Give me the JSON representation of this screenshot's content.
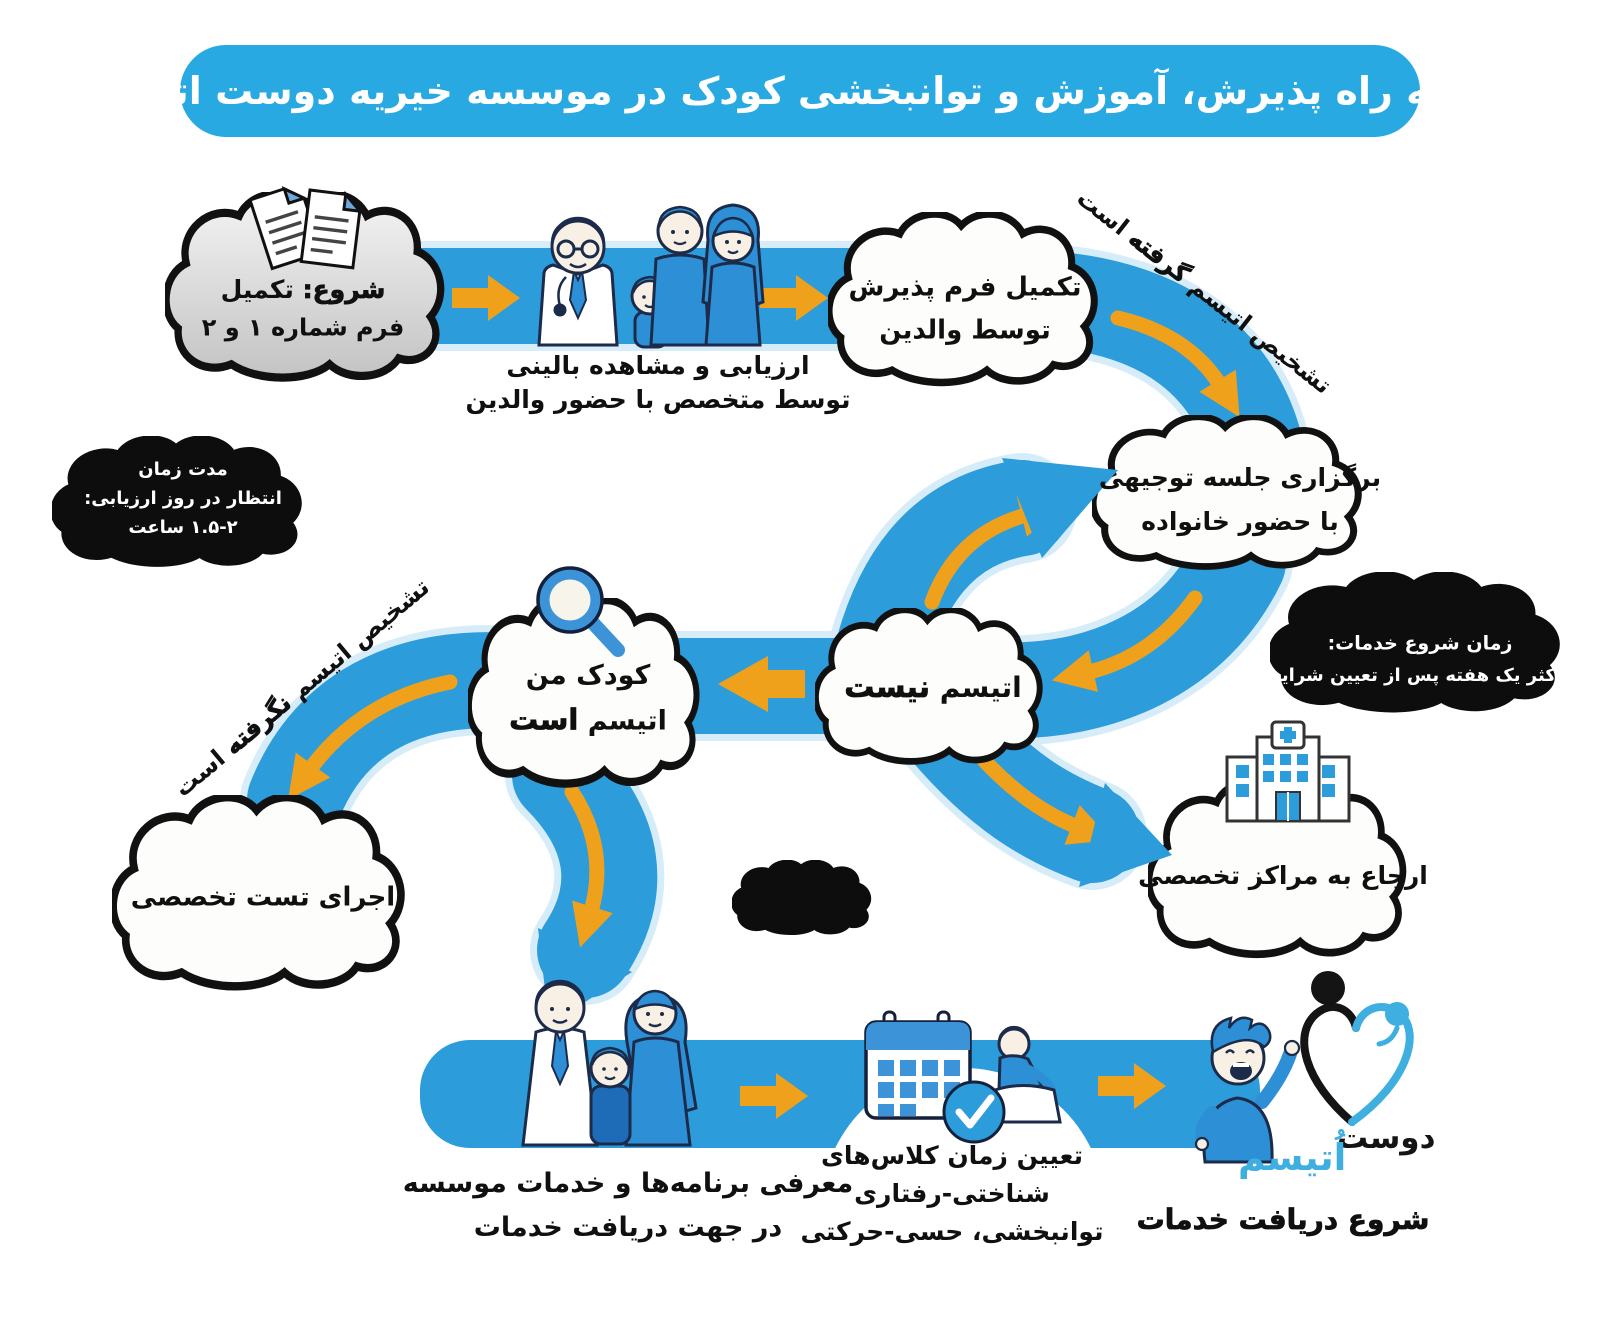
{
  "title": "نقشه راه پذیرش، آموزش و توانبخشی کودک در موسسه خیریه دوست اتیسم",
  "colors": {
    "path_blue": "#2D9CDB",
    "title_blue": "#29A9E1",
    "arrow_orange": "#F0A11C",
    "dark_cloud": "#0D0D0D",
    "brand_blue": "#3FAEE0"
  },
  "nodes": {
    "start": {
      "bold": "شروع:",
      "rest": " تکمیل",
      "line2": "فرم شماره ۱ و ۲"
    },
    "clinical": {
      "line1": "ارزیابی و مشاهده بالینی",
      "line2": "توسط متخصص با حضور والدین"
    },
    "admission_form": {
      "line1": "تکمیل فرم پذیرش",
      "line2": "توسط والدین"
    },
    "orientation": {
      "line1": "برگزاری جلسه توجیهی",
      "line2": "با حضور خانواده"
    },
    "my_child": {
      "line1": "کودک من",
      "word": "اتیسم",
      "bold": "است"
    },
    "not_autism": {
      "word": "اتیسم",
      "bold": "نیست"
    },
    "specialized_test": {
      "label": "اجرای تست تخصصی"
    },
    "referral": {
      "label": "ارجاع به مراکز تخصصی"
    },
    "intro_services": {
      "line1": "معرفی برنامه‌ها و خدمات موسسه",
      "line2": "در جهت دریافت خدمات"
    },
    "class_scheduling": {
      "line1": "تعیین زمان کلاس‌های",
      "line2": "شناختی-رفتاری",
      "line3": "توانبخشی، حسی-حرکتی"
    },
    "start_services": {
      "label": "شروع دریافت خدمات"
    }
  },
  "edge_labels": {
    "diagnosed": {
      "pre": "تشخیص اتیسم ",
      "bold": "گرفته",
      "post": " است"
    },
    "not_diagnosed": {
      "pre": "تشخیص اتیسم ",
      "bold": "نگرفته",
      "post": " است"
    }
  },
  "info_clouds": {
    "wait_time": {
      "line1": "مدت زمان",
      "line2": "انتظار در روز ارزیابی:",
      "line3": "۱.۵-۲ ساعت"
    },
    "service_start": {
      "line1": "زمان شروع خدمات:",
      "line2": "حداکثر یک هفته پس از تعیین شرایط"
    }
  },
  "brand": {
    "name_black": "دوست",
    "name_blue": "اُتیسم"
  }
}
